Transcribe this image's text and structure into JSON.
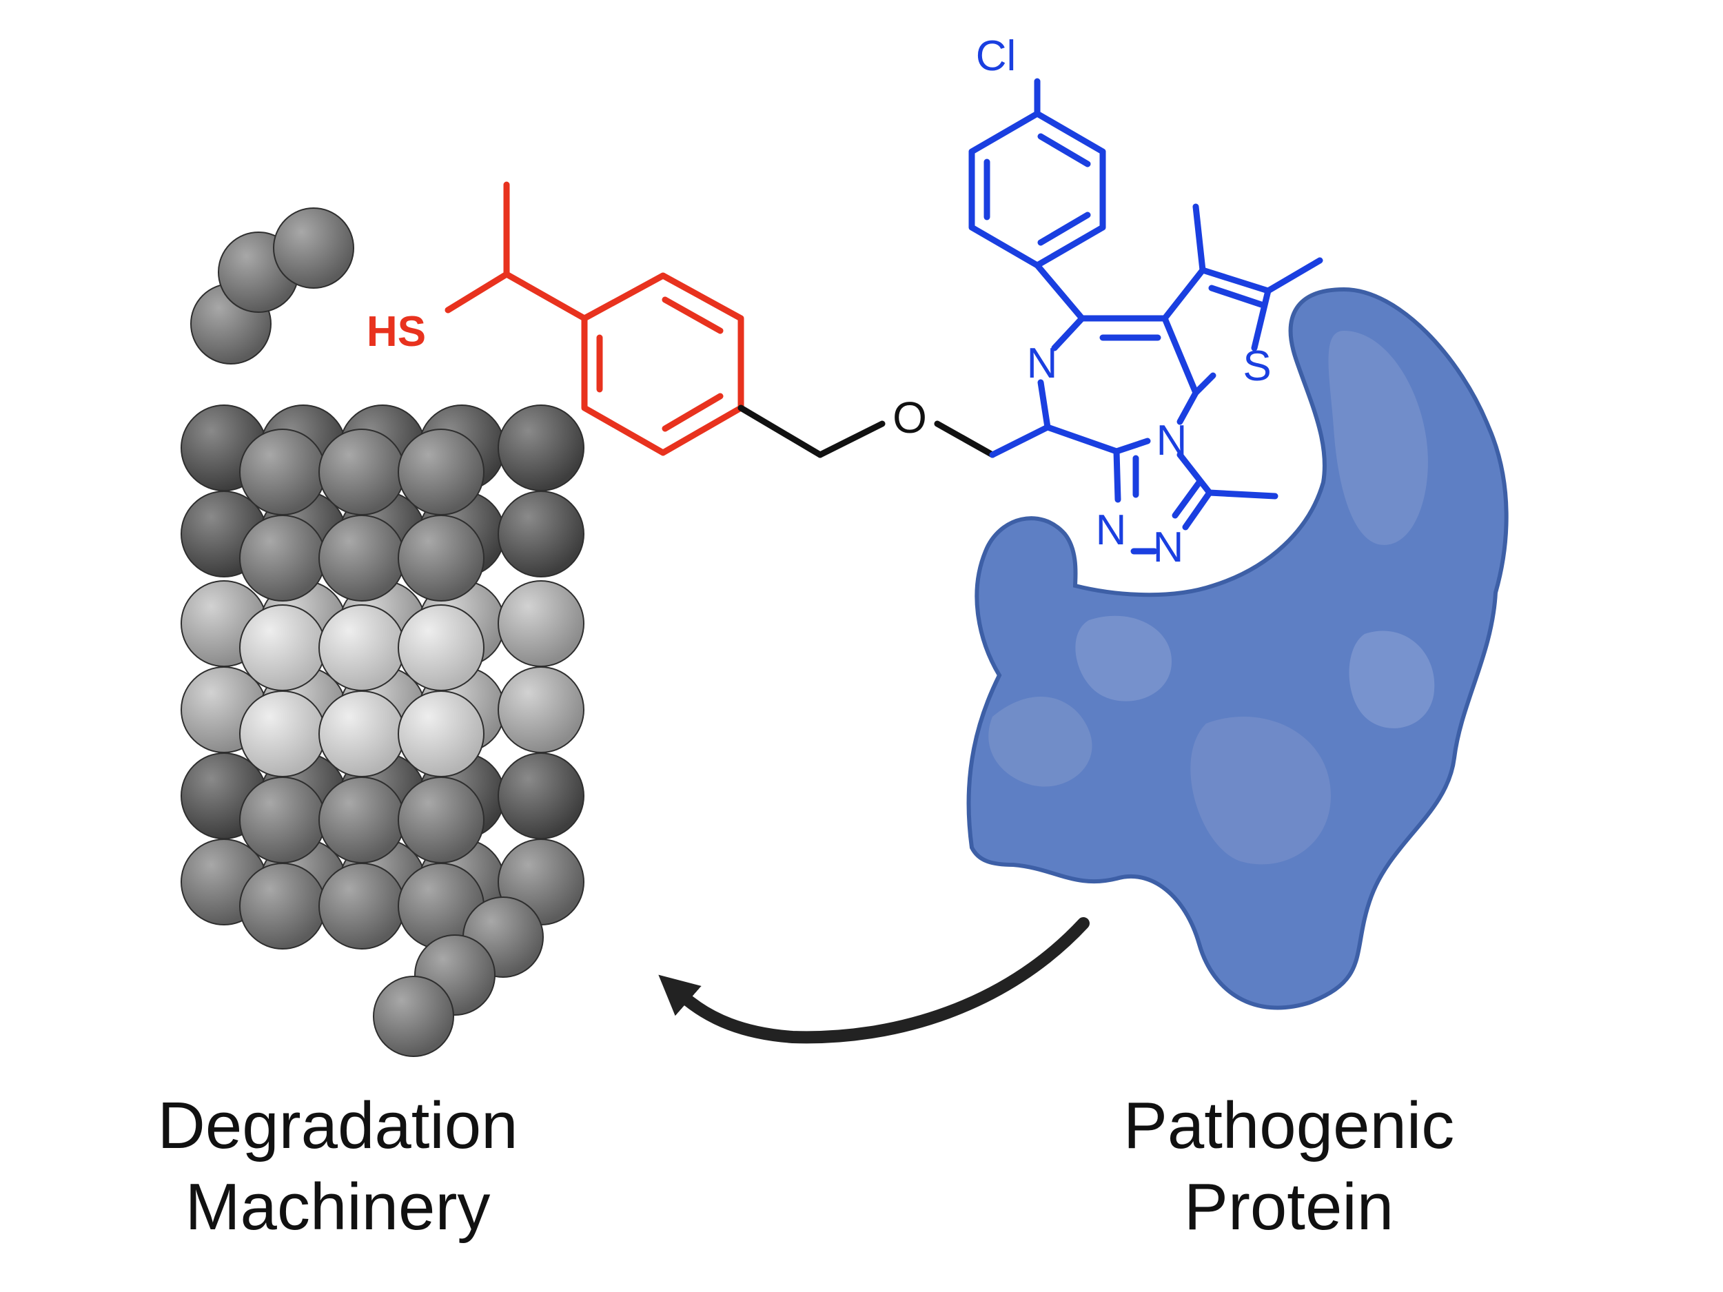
{
  "captions": {
    "left_line1": "Degradation",
    "left_line2": "Machinery",
    "right_line1": "Pathogenic",
    "right_line2": "Protein"
  },
  "atoms": {
    "hs": "HS",
    "o": "O",
    "cl": "Cl",
    "n_azepine": "N",
    "s_thiophene": "S",
    "n_bridge": "N",
    "n_triazole_1": "N",
    "n_triazole_2": "N"
  },
  "colors": {
    "warhead": "#e8321e",
    "ligand": "#1a3fe0",
    "linker": "#111111",
    "protein": "#5e7fc4",
    "protein_edge": "#3d5fa6",
    "arrow": "#222222"
  },
  "icons": {
    "proteasome": "proteasome-icon",
    "protein": "protein-blob-icon",
    "arrow": "curved-arrow-icon"
  }
}
